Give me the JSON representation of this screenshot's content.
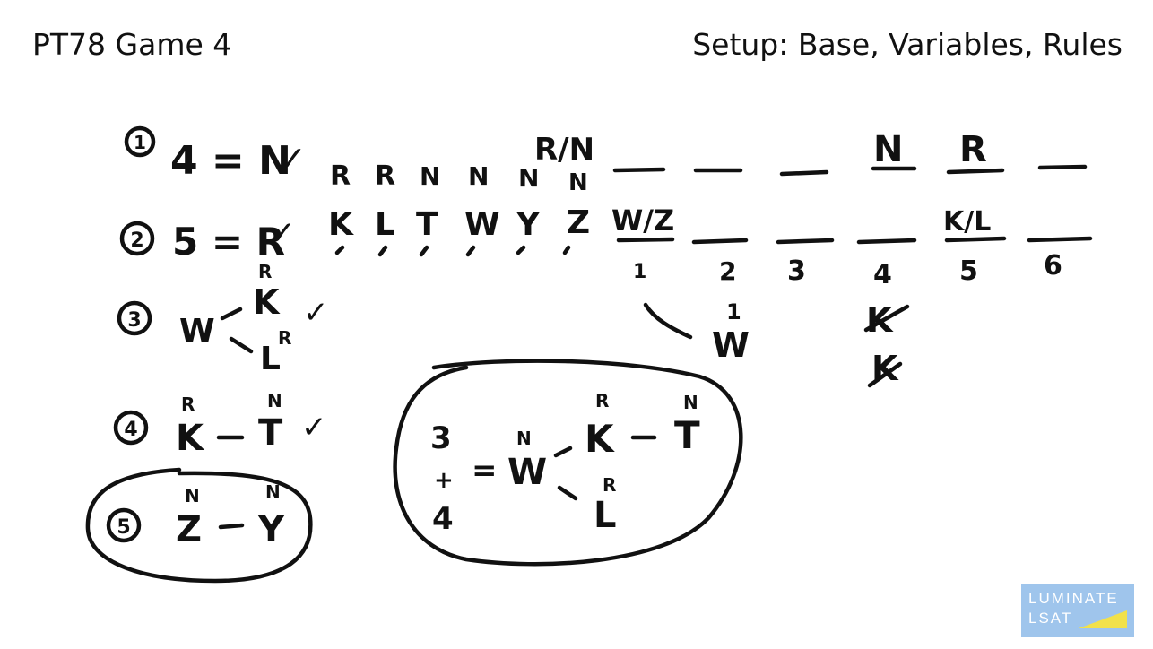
{
  "header": {
    "title": "PT78 Game 4",
    "subtitle": "Setup: Base, Variables, Rules"
  },
  "rules": [
    {
      "num": "1",
      "text": "4 = N",
      "check": "✓"
    },
    {
      "num": "2",
      "text": "5 = R",
      "check": "✓"
    },
    {
      "num": "3",
      "text": "W",
      "sup_k": "R",
      "k": "K",
      "sup_l": "R",
      "l": "L",
      "check": "✓"
    },
    {
      "num": "4",
      "sup_k": "R",
      "k": "K",
      "sup_t": "N",
      "t": "T",
      "check": "✓"
    },
    {
      "num": "5",
      "sup_z": "N",
      "z": "Z",
      "sup_y": "N",
      "y": "Y"
    }
  ],
  "variables": {
    "letters": [
      "K",
      "L",
      "T",
      "W",
      "Y",
      "Z"
    ],
    "labels": [
      "R",
      "R",
      "N",
      "N",
      "N",
      "N"
    ]
  },
  "slots": {
    "numbers": [
      "1",
      "2",
      "3",
      "4",
      "5",
      "6"
    ],
    "top_row": [
      "R/N",
      "",
      "",
      "N",
      "R",
      ""
    ],
    "bottom_row": [
      "W/Z",
      "",
      "",
      "",
      "K/L",
      ""
    ]
  },
  "deductions": {
    "slot1_note": "W",
    "slot2_tick": "1",
    "slot4_top": "K",
    "slot4_bottom": "K"
  },
  "combined": {
    "left_top": "3",
    "plus": "+",
    "left_bottom": "4",
    "eq": "=",
    "w_sup": "N",
    "w": "W",
    "k_sup": "R",
    "k": "K",
    "t_sup": "N",
    "t": "T",
    "l_sup": "R",
    "l": "L"
  },
  "logo": {
    "line1": "LUMINATE",
    "line2": "LSAT",
    "bg_color": "#9fc5ec",
    "accent_color": "#f2e14a"
  }
}
